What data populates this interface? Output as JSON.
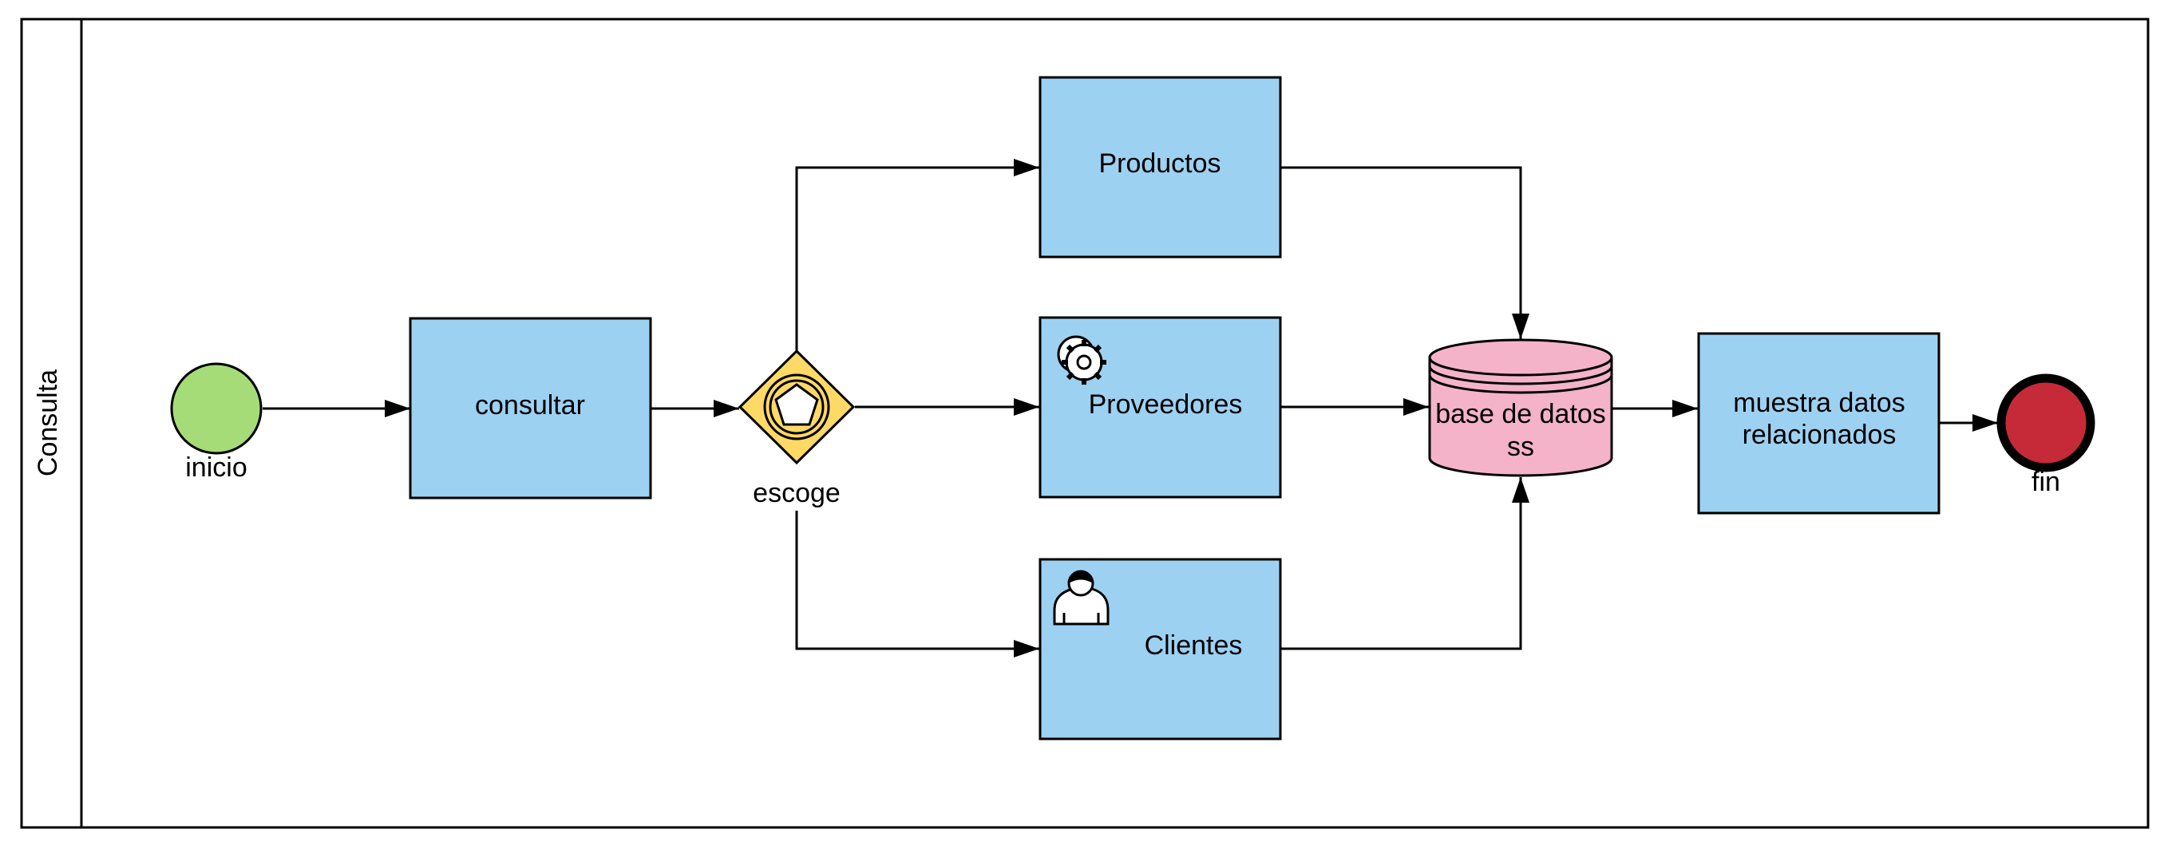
{
  "pool": {
    "lane_label": "Consulta"
  },
  "events": {
    "start": {
      "label": "inicio",
      "color": "#a6dc78"
    },
    "end": {
      "label": "fin",
      "color": "#c62a38"
    }
  },
  "gateway": {
    "label": "escoge",
    "color": "#ffd966",
    "icon": "pentagon-icon"
  },
  "tasks": {
    "consultar": {
      "label": "consultar"
    },
    "productos": {
      "label": "Productos"
    },
    "proveedores": {
      "label": "Proveedores",
      "icon": "gear-icon"
    },
    "clientes": {
      "label": "Clientes",
      "icon": "user-icon"
    },
    "muestra": {
      "label_line1": "muestra datos",
      "label_line2": "relacionados"
    }
  },
  "datastore": {
    "label_line1": "base de datos",
    "label_line2": "ss",
    "color": "#f4b3c8"
  },
  "colors": {
    "task_fill": "#9dd1f2",
    "stroke": "#000000"
  }
}
